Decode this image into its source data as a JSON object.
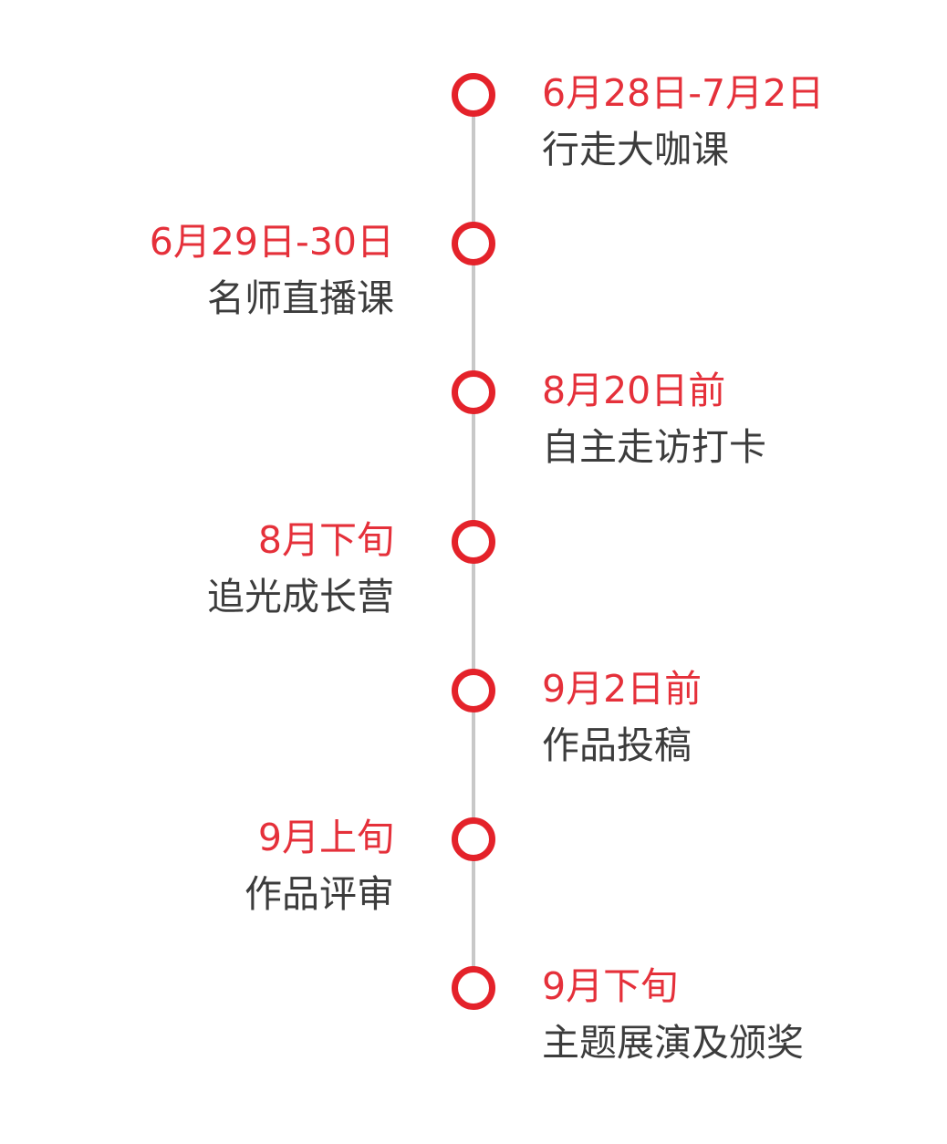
{
  "colors": {
    "accent": "#e4222a",
    "date": "#e5303a",
    "text": "#3c3c3c",
    "line": "#c8c8c8"
  },
  "events": [
    {
      "date": "6月28日-7月2日",
      "title": "行走大咖课",
      "side": "right"
    },
    {
      "date": "6月29日-30日",
      "title": "名师直播课",
      "side": "left"
    },
    {
      "date": "8月20日前",
      "title": "自主走访打卡",
      "side": "right"
    },
    {
      "date": "8月下旬",
      "title": "追光成长营",
      "side": "left"
    },
    {
      "date": "9月2日前",
      "title": "作品投稿",
      "side": "right"
    },
    {
      "date": "9月上旬",
      "title": "作品评审",
      "side": "left"
    },
    {
      "date": "9月下旬",
      "title": "主题展演及颁奖",
      "side": "right"
    }
  ]
}
